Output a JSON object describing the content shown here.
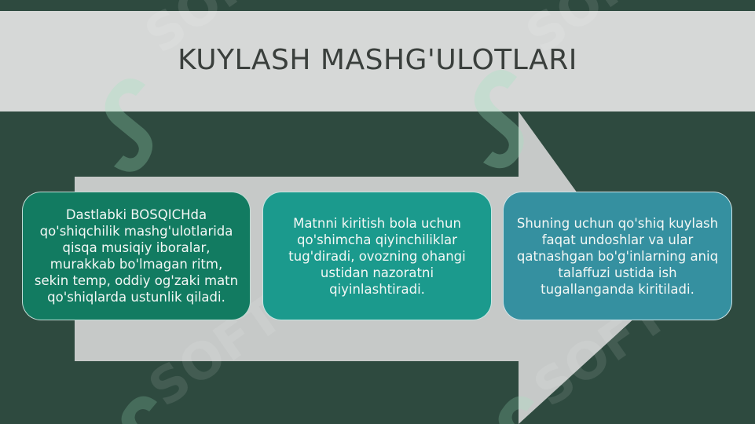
{
  "slide": {
    "title": "KUYLASH MASHG'ULOTLARI"
  },
  "steps": [
    {
      "text": "Dastlabki BOSQICHda qo'shiqchilik mashg'ulotlarida qisqa musiqiy iboralar, murakkab bo'lmagan ritm, sekin temp, oddiy og'zaki matn qo'shiqlarda ustunlik qiladi."
    },
    {
      "text": "Matnni kiritish bola uchun qo'shimcha qiyinchiliklar tug'diradi, ovozning ohangi ustidan nazoratni qiyinlashtiradi."
    },
    {
      "text": "Shuning uchun qo'shiq kuylash faqat undoshlar va ular qatnashgan bo'g'inlarning aniq talaffuzi ustida ish tugallanganda kiritiladi."
    }
  ],
  "watermark": {
    "text": "SOFT"
  },
  "colors": {
    "background": "#2e4a3f",
    "title_band": "#d6d8d7",
    "arrow": "#c4c7c6",
    "step1": "#127b61",
    "step2": "#1b9a8d",
    "step3": "#3590a0"
  }
}
